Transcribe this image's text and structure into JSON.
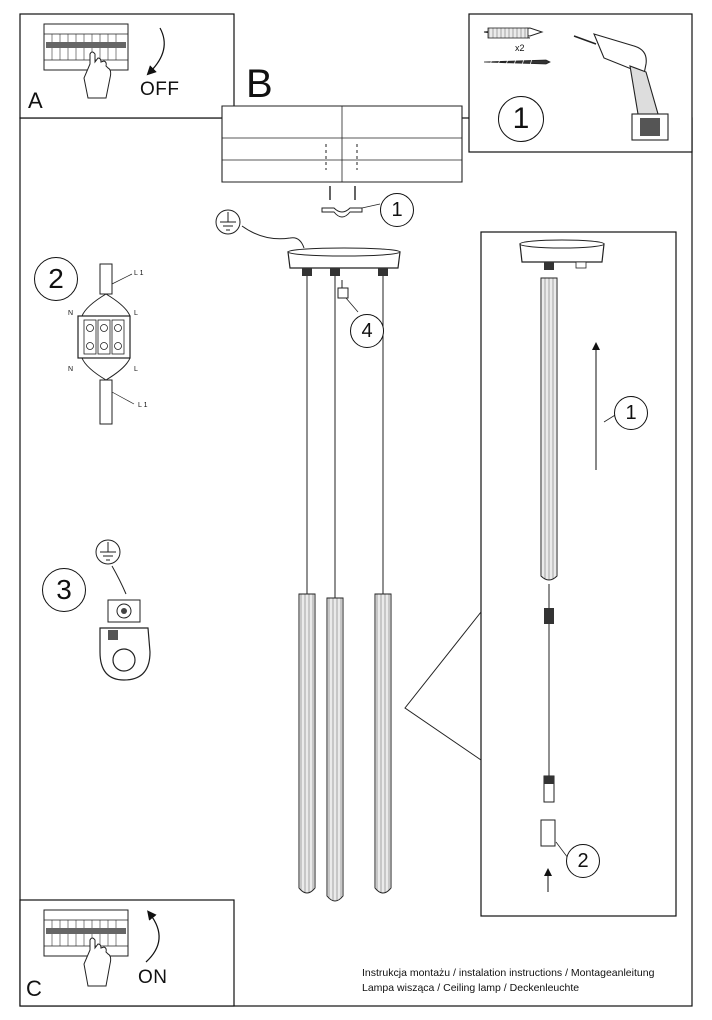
{
  "steps": {
    "a": {
      "letter": "A",
      "state": "OFF"
    },
    "b": {
      "letter": "B"
    },
    "c": {
      "letter": "C",
      "state": "ON"
    }
  },
  "callouts": {
    "drill_step": "1",
    "bracket": "1",
    "bulb": "4",
    "wiring": "2",
    "ground": "3",
    "detail_raise": "1",
    "detail_connect": "2"
  },
  "tools": {
    "anchor_qty": "x2"
  },
  "wiring_labels": {
    "l1_top": "L 1",
    "n_top": "N",
    "l_top": "L",
    "n_bottom": "N",
    "l_bottom": "L",
    "l1_bottom": "L 1"
  },
  "footer": {
    "line1": "Instrukcja montażu / instalation instructions / Montageanleitung",
    "line2": "Lampa wisząca / Ceiling lamp / Deckenleuchte"
  }
}
